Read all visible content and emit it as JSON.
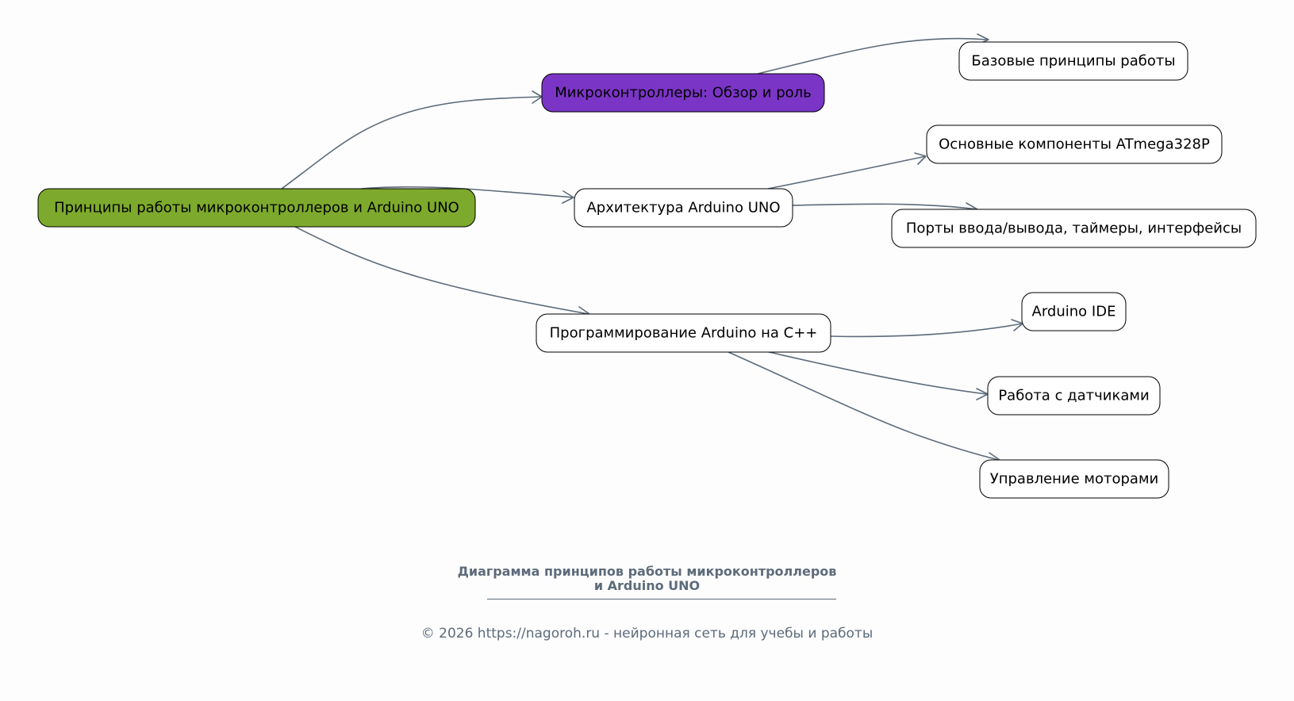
{
  "nodes": {
    "root": {
      "label": "Принципы работы микроконтроллеров и Arduino UNO",
      "fill": "#7daa2c"
    },
    "micro": {
      "label": "Микроконтроллеры: Обзор и роль",
      "fill": "#7b35c6"
    },
    "basics": {
      "label": "Базовые принципы работы",
      "fill": "#ffffff"
    },
    "arch": {
      "label": "Архитектура Arduino UNO",
      "fill": "#ffffff"
    },
    "components": {
      "label": "Основные компоненты ATmega328P",
      "fill": "#ffffff"
    },
    "ports": {
      "label": "Порты ввода/вывода, таймеры, интерфейсы",
      "fill": "#ffffff"
    },
    "prog": {
      "label": "Программирование Arduino на C++",
      "fill": "#ffffff"
    },
    "ide": {
      "label": "Arduino IDE",
      "fill": "#ffffff"
    },
    "sensors": {
      "label": "Работа с датчиками",
      "fill": "#ffffff"
    },
    "motors": {
      "label": "Управление моторами",
      "fill": "#ffffff"
    }
  },
  "edges": [
    {
      "from": "root",
      "to": "micro"
    },
    {
      "from": "micro",
      "to": "basics"
    },
    {
      "from": "root",
      "to": "arch"
    },
    {
      "from": "arch",
      "to": "components"
    },
    {
      "from": "arch",
      "to": "ports"
    },
    {
      "from": "root",
      "to": "prog"
    },
    {
      "from": "prog",
      "to": "ide"
    },
    {
      "from": "prog",
      "to": "sensors"
    },
    {
      "from": "prog",
      "to": "motors"
    }
  ],
  "colors": {
    "edge": "#5d6b7a",
    "caption": "#5d6b7a",
    "background": "#fdfdfd"
  },
  "caption": {
    "title_line1": "Диаграмма принципов работы микроконтроллеров",
    "title_line2": "и Arduino UNO",
    "copyright": "© 2026 https://nagoroh.ru - нейронная сеть для учебы и работы"
  }
}
